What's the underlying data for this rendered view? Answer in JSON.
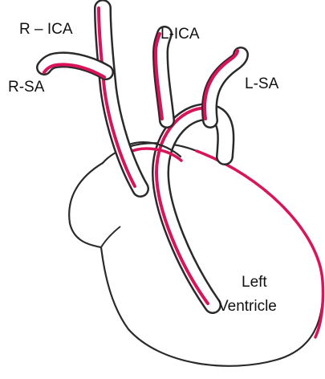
{
  "labels": {
    "r_ica": "R – ICA",
    "l_ica": "L-ICA",
    "r_sa": "R-SA",
    "l_sa": "L-SA",
    "left_ventricle_line1": "Left",
    "left_ventricle_line2": "Ventricle"
  },
  "colors": {
    "vessel_red": "#d9145a",
    "outline": "#2a2a2a",
    "background": "#ffffff"
  }
}
